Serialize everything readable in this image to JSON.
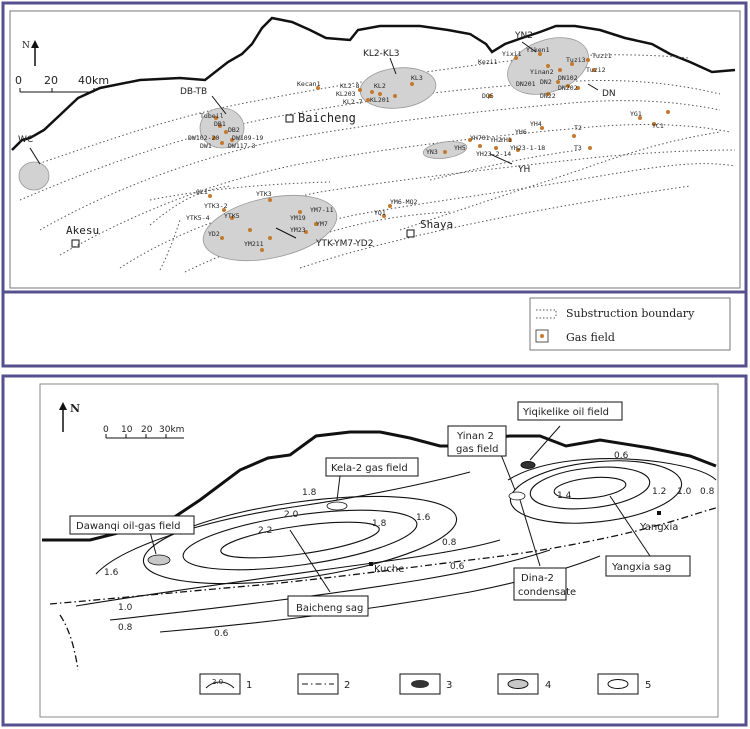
{
  "colors": {
    "frame": "#56508f",
    "field_fill": "#d2d2d2",
    "gas_dot": "#c47a2a",
    "line": "#111111"
  },
  "top_map": {
    "north": "N",
    "scale": {
      "zero": "0",
      "mid": "20",
      "end": "40km"
    },
    "cities": {
      "baicheng": "Baicheng",
      "akesu": "Akesu",
      "shaya": "Shaya"
    },
    "groups": {
      "db_tb": "DB-TB",
      "wc": "WC",
      "kl2_kl3": "KL2-KL3",
      "yn2": "YN2",
      "dn": "DN",
      "yh": "YH",
      "ytk_ym7_yd2": "YTK-YM7-YD2"
    },
    "fields": {
      "tubeil": "Tubeil",
      "db1": "DB1",
      "db2": "DB2",
      "dw102": "DW102-20",
      "dw109": "DW109-19",
      "dw1": "DW1",
      "dw117": "DW117-3",
      "kecan1": "Kecan1",
      "kl2_8": "KL2-8",
      "kl2": "KL2",
      "kl3": "KL3",
      "kl203": "KL203",
      "kl201": "KL201",
      "kl2_7": "KL2-7",
      "kezi1": "Kezi1",
      "yixi1": "Yixi1",
      "yiken1": "Yiken1",
      "yinan2": "Yinan2",
      "tuzi3": "Tuzi3",
      "tuzi1": "Tuzi1",
      "tuzi2": "Tuzi2",
      "dn201": "DN201",
      "dn2": "DN2",
      "dn22": "DN22",
      "dn102": "DN102",
      "dn202": "DN202",
      "dq5": "DQ5",
      "yh4": "YH4",
      "yh701": "YH701",
      "yh6": "YH6",
      "yh1": "YH1",
      "yh5": "YH5",
      "yh2": "YH2",
      "yh23_1_18": "YH23-1-18",
      "yh23_2_14": "YH23-2-14",
      "t2": "T2",
      "yn3": "YN3",
      "yg1": "YG1",
      "yc1": "YC1",
      "t3": "T3",
      "ql1": "QL1",
      "ytk3": "YTK3",
      "ytk3_2": "YTK3-2",
      "ytk5_4": "YTK5-4",
      "ytk5": "YTK5",
      "ym7_11": "YM7-11",
      "ym19": "YM19",
      "ym7": "YM7",
      "ym23": "YM23",
      "yd2": "YD2",
      "ym211": "YM211",
      "yn6": "YM6-MQ2",
      "yq1": "YQ1"
    },
    "legend": {
      "boundary": "Substruction boundary",
      "gas": "Gas field"
    }
  },
  "bottom_map": {
    "north": "N",
    "scale": {
      "t0": "0",
      "t1": "10",
      "t2": "20",
      "t3": "30km"
    },
    "contours": {
      "c06a": "0.6",
      "c08a": "0.8",
      "c10a": "1.0",
      "c16": "1.6",
      "c18a": "1.8",
      "c18b": "1.8",
      "c20": "2.0",
      "c22": "2.2",
      "c06b": "0.6",
      "c08b": "0.8",
      "c06c": "0.6",
      "c08c": "0.8",
      "c10b": "1.0",
      "c12": "1.2",
      "c14": "1.4"
    },
    "callouts": {
      "dawanqi": "Dawanqi oil-gas field",
      "kela2": "Kela-2 gas field",
      "yinan2_a": "Yinan 2",
      "yinan2_b": "gas field",
      "yiqikelike": "Yiqikelike oil field",
      "baicheng_sag": "Baicheng sag",
      "dina_a": "Dina-2",
      "dina_b": "condensate",
      "yangxia_sag": "Yangxia sag"
    },
    "places": {
      "kuche": "Kuche",
      "yangxia": "Yangxia"
    },
    "legend": {
      "i1": "1",
      "i2": "2",
      "i3": "3",
      "i4": "4",
      "i5": "5",
      "contour": "2.0"
    }
  }
}
